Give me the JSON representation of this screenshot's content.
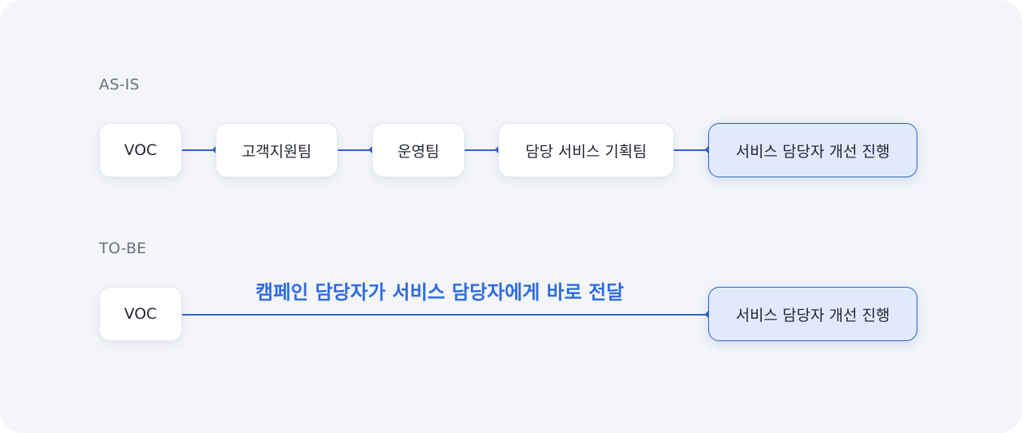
{
  "as_is": {
    "label": "AS-IS",
    "nodes": [
      {
        "label": "VOC"
      },
      {
        "label": "고객지원팀"
      },
      {
        "label": "운영팀"
      },
      {
        "label": "담당 서비스 기획팀"
      },
      {
        "label": "서비스 담당자 개선 진행"
      }
    ]
  },
  "to_be": {
    "label": "TO-BE",
    "source": "VOC",
    "target": "서비스 담당자 개선 진행",
    "connector_label": "캠페인 담당자가 서비스 담당자에게 바로 전달"
  },
  "colors": {
    "background": "#f3f5f9",
    "accent": "#2e62c9",
    "target_fill": "#e0eafc",
    "label_text": "#2f6be0"
  }
}
